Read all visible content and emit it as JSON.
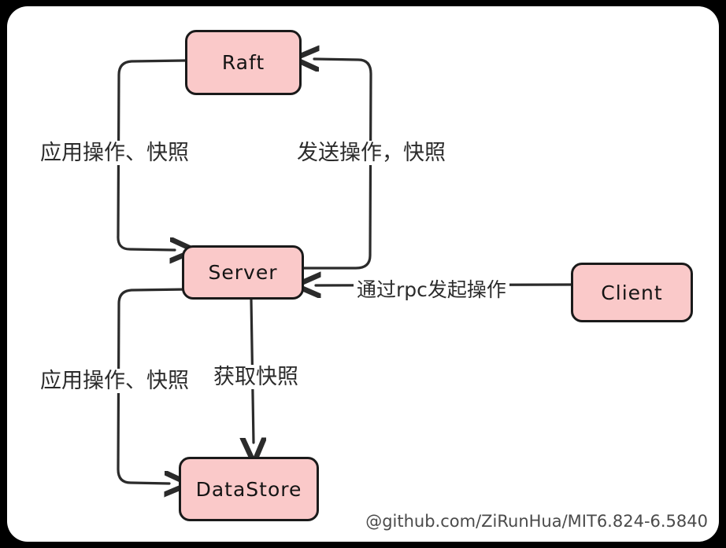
{
  "diagram": {
    "title": "Raft KV Server architecture",
    "canvas": {
      "background_color": "#ffffff",
      "frame_color": "#000000"
    },
    "node_fill_color": "#fac9c9",
    "node_stroke_color": "#1a1a1a",
    "edge_stroke_color": "#2b2b2b",
    "nodes": [
      {
        "id": "raft",
        "label": "Raft"
      },
      {
        "id": "server",
        "label": "Server"
      },
      {
        "id": "client",
        "label": "Client"
      },
      {
        "id": "datastore",
        "label": "DataStore"
      }
    ],
    "edges": [
      {
        "id": "raft-to-server",
        "from": "raft",
        "to": "server",
        "label": "应用操作、快照"
      },
      {
        "id": "server-to-raft",
        "from": "server",
        "to": "raft",
        "label": "发送操作，快照"
      },
      {
        "id": "client-to-server",
        "from": "client",
        "to": "server",
        "label": "通过rpc发起操作"
      },
      {
        "id": "server-to-datastore-apply",
        "from": "server",
        "to": "datastore",
        "label": "应用操作、快照"
      },
      {
        "id": "server-to-datastore-fetch",
        "from": "server",
        "to": "datastore",
        "label": "获取快照"
      }
    ]
  },
  "watermark": {
    "text": "@github.com/ZiRunHua/MIT6.824-6.5840"
  }
}
